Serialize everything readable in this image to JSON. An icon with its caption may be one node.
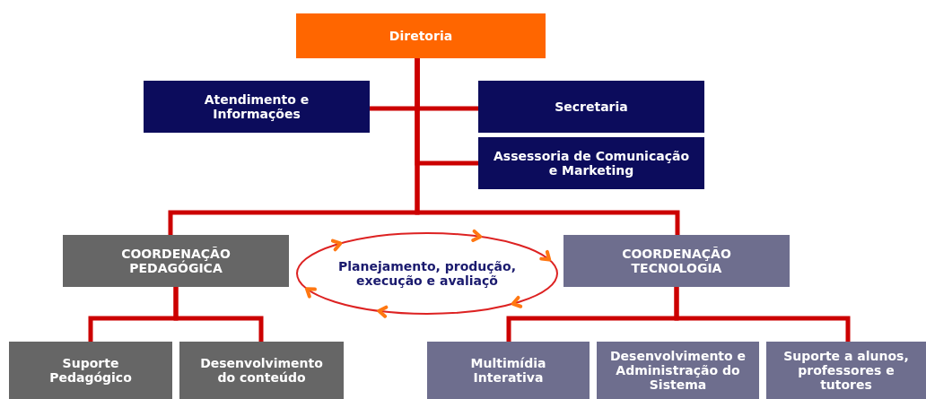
{
  "diagram": {
    "nodes": [
      {
        "text": [
          "Diretoria"
        ]
      },
      {
        "text": [
          "Atendimento e Informações"
        ]
      },
      {
        "text": [
          "Secretaria"
        ]
      },
      {
        "text": [
          "Assessoria de Comunicação e Marketing"
        ]
      },
      {
        "text": [
          "COORDENAÇÃO PEDAGÓGICA"
        ]
      },
      {
        "text": [
          "Planejamento, produção, execução e avaliaçõ"
        ]
      },
      {
        "text": [
          "COORDENAÇÃO TECNOLOGIA"
        ]
      },
      {
        "text": [
          "Suporte Pedagógico"
        ]
      },
      {
        "text": [
          "Desenvolvimento do conteúdo"
        ]
      },
      {
        "text": [
          "Multimídia Interativa"
        ]
      },
      {
        "text": [
          "Desenvolvimento e Administração do Sistema"
        ]
      },
      {
        "text": [
          "Suporte a alunos, professores e tutores"
        ]
      }
    ],
    "edges": [
      {
        "from": 0,
        "to": 1,
        "arrow": "none"
      },
      {
        "from": 0,
        "to": 2,
        "arrow": "none"
      },
      {
        "from": 0,
        "to": 3,
        "arrow": "none"
      },
      {
        "from": 0,
        "to": 4,
        "arrow": "none"
      },
      {
        "from": 0,
        "to": 6,
        "arrow": "none"
      },
      {
        "from": 4,
        "to": 7,
        "arrow": "none"
      },
      {
        "from": 4,
        "to": 8,
        "arrow": "none"
      },
      {
        "from": 6,
        "to": 9,
        "arrow": "none"
      },
      {
        "from": 6,
        "to": 11,
        "arrow": "none"
      }
    ]
  }
}
